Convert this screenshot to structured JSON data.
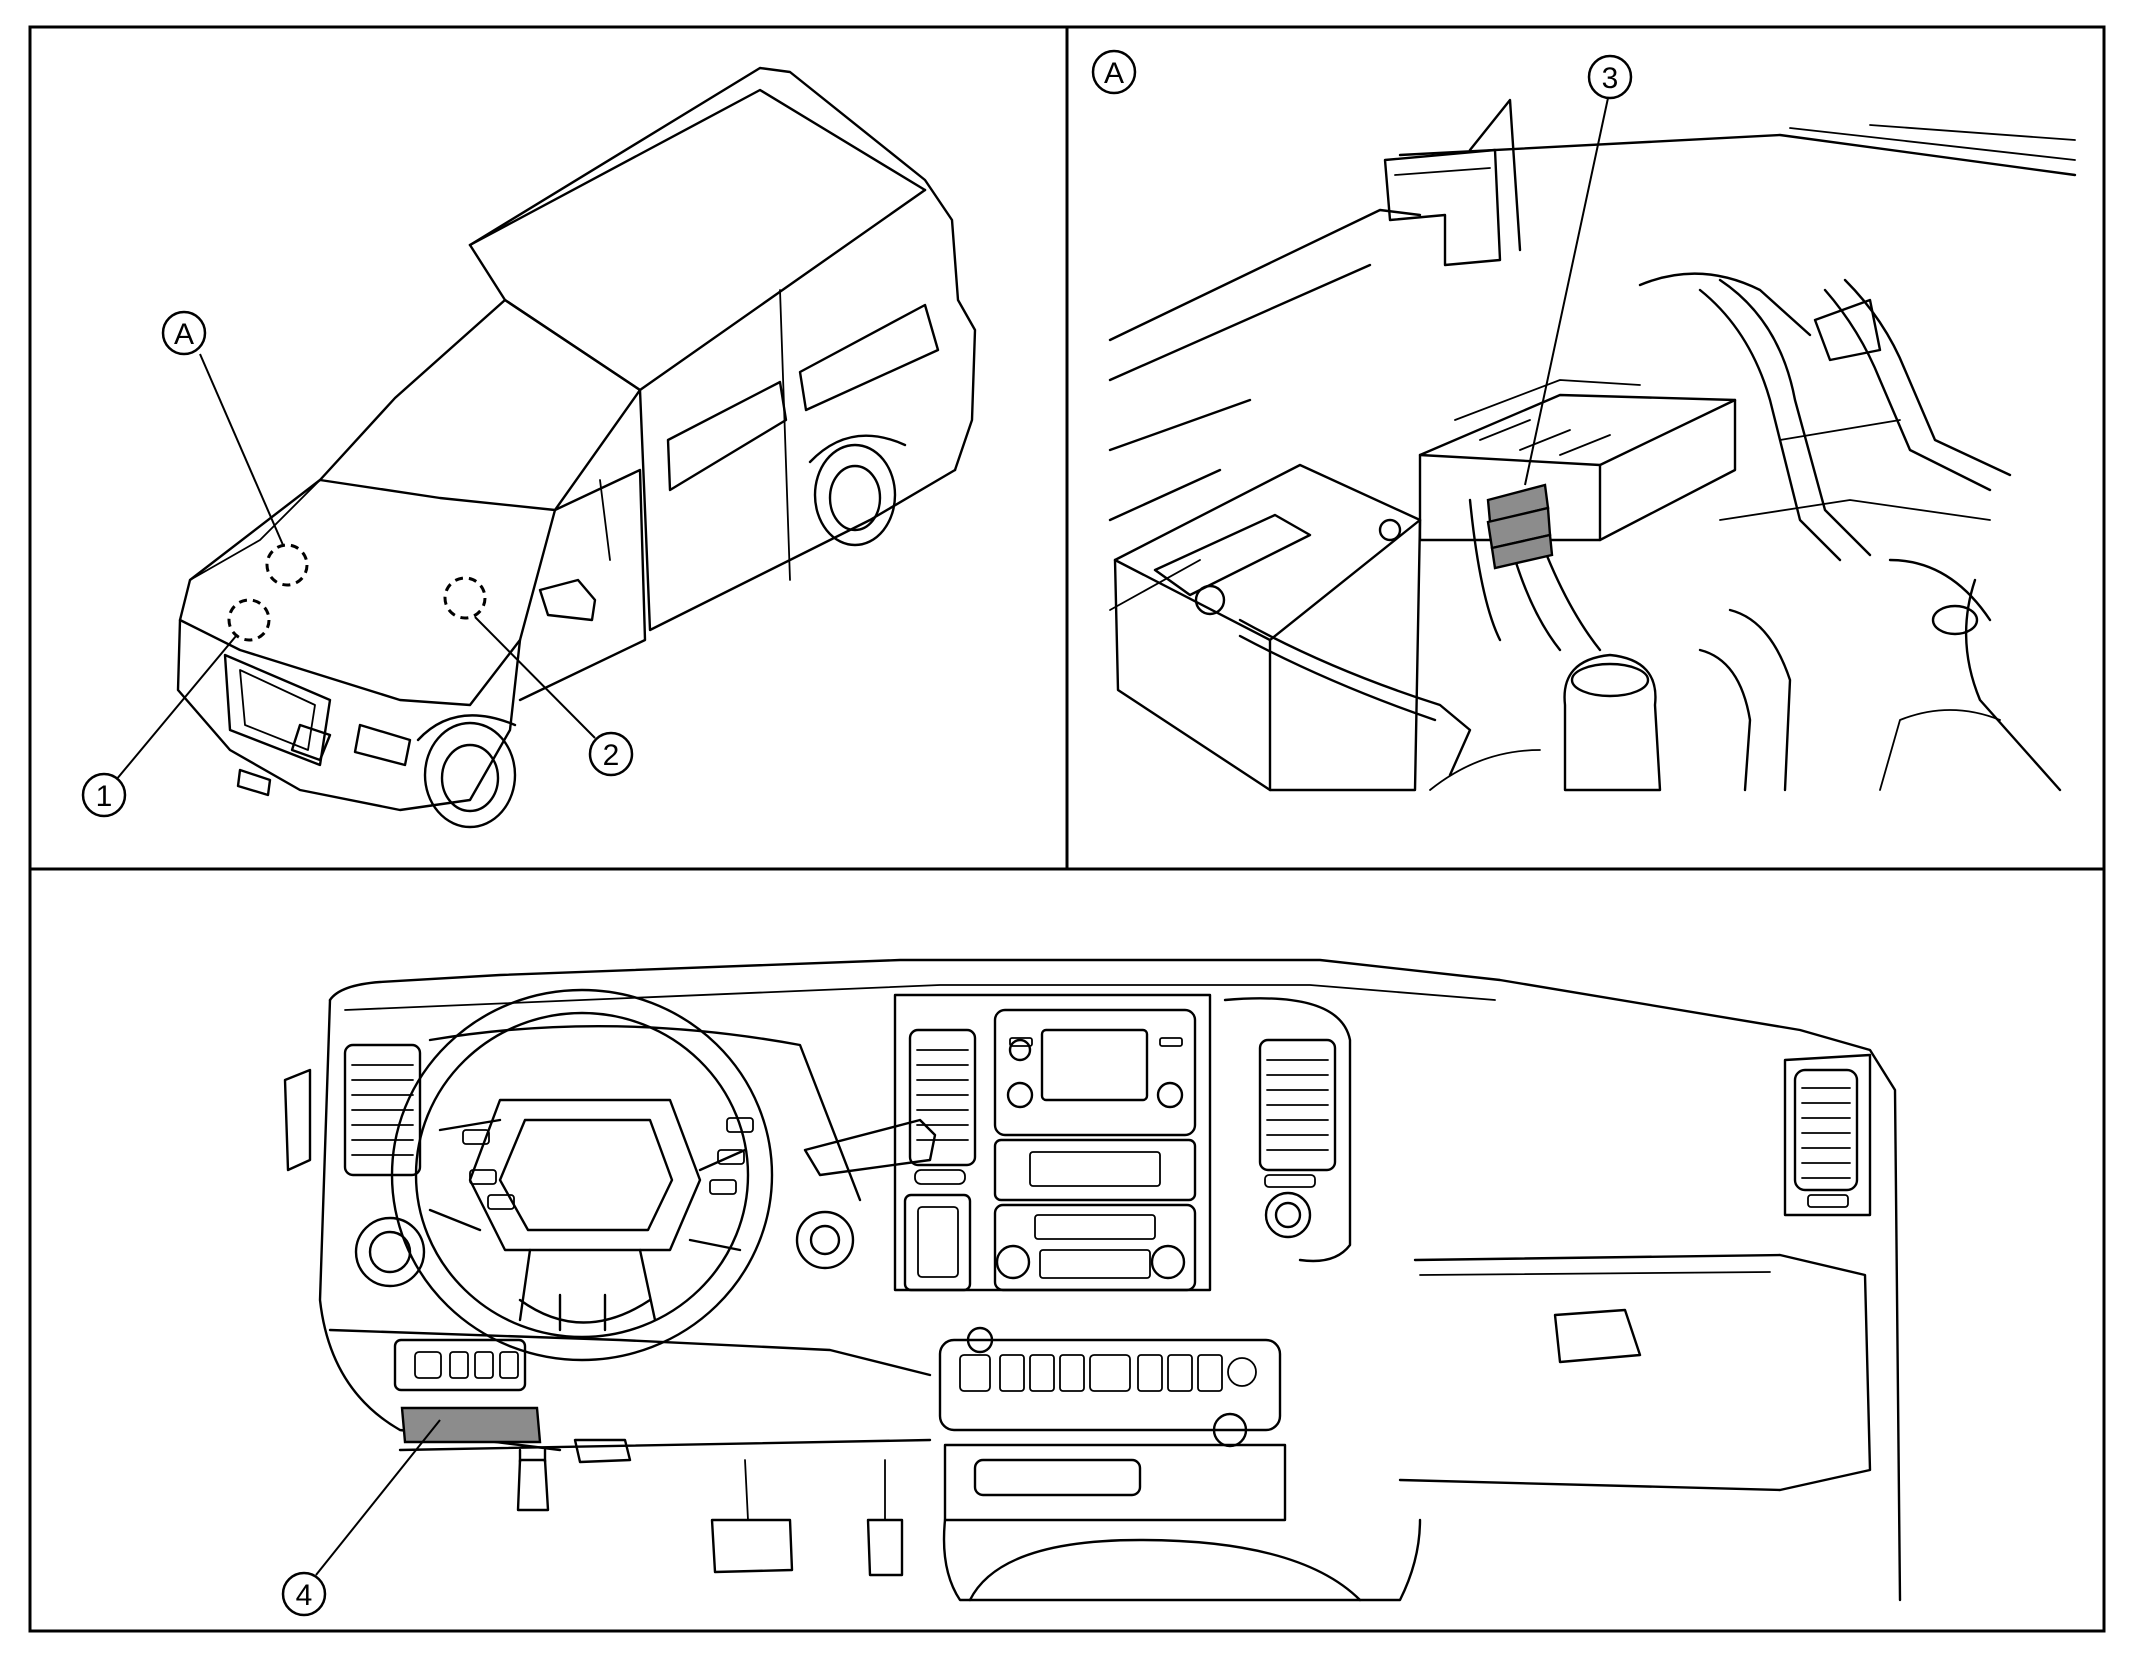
{
  "colors": {
    "line": "#000000",
    "background": "#ffffff",
    "highlight": "#8c8c8c"
  },
  "callouts": {
    "c1": "1",
    "c2": "2",
    "c3": "3",
    "c4": "4",
    "a_overview": "A",
    "a_detail": "A"
  }
}
